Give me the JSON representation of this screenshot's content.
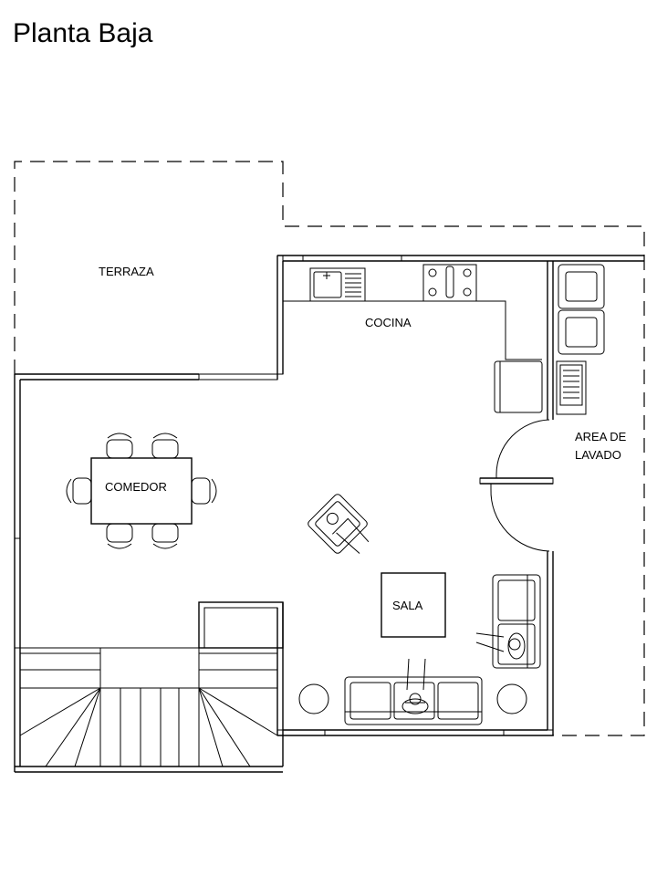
{
  "title": "Planta Baja",
  "rooms": {
    "terraza": "TERRAZA",
    "cocina": "COCINA",
    "comedor": "COMEDOR",
    "sala": "SALA",
    "lavado_line1": "AREA DE",
    "lavado_line2": "LAVADO"
  }
}
